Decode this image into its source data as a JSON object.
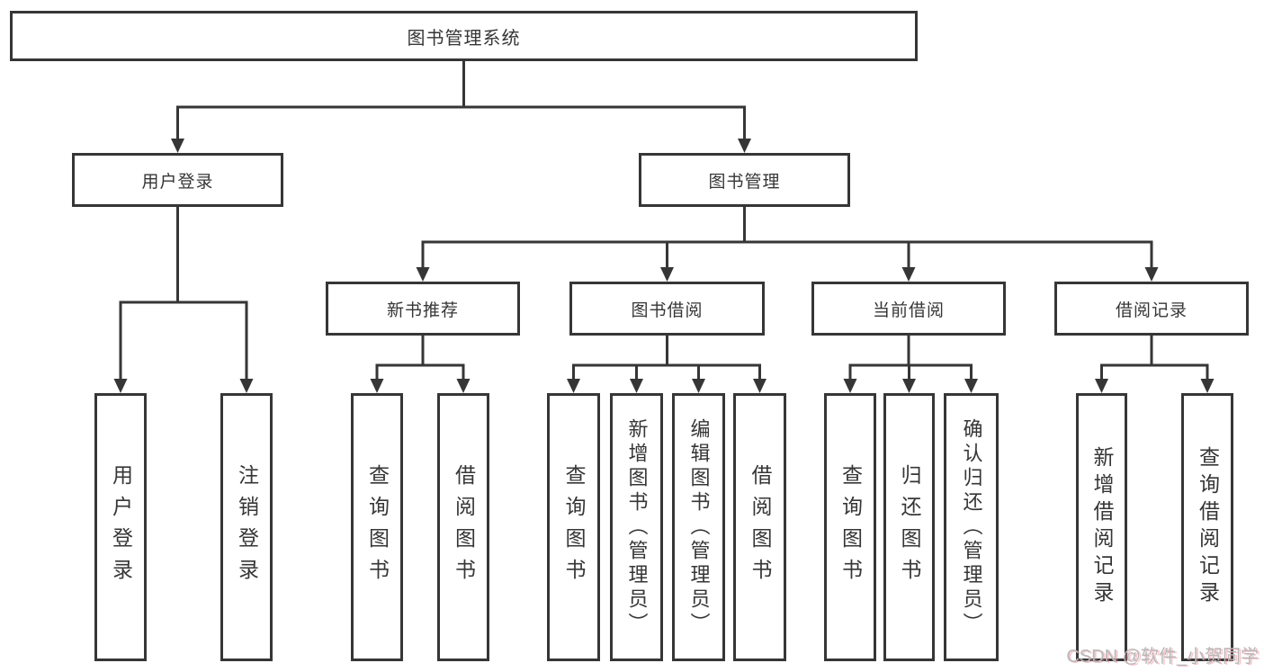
{
  "diagram": {
    "root": "图书管理系统",
    "branches": [
      {
        "label": "用户登录",
        "children": [
          "用户登录",
          "注销登录"
        ]
      },
      {
        "label": "图书管理",
        "sections": [
          {
            "label": "新书推荐",
            "children": [
              "查询图书",
              "借阅图书"
            ]
          },
          {
            "label": "图书借阅",
            "children": [
              "查询图书",
              "新增图书（管理员）",
              "编辑图书（管理员）",
              "借阅图书"
            ]
          },
          {
            "label": "当前借阅",
            "children": [
              "查询图书",
              "归还图书",
              "确认归还（管理员）"
            ]
          },
          {
            "label": "借阅记录",
            "children": [
              "新增借阅记录",
              "查询借阅记录"
            ]
          }
        ]
      }
    ]
  },
  "watermark": "CSDN @软件_小贺同学",
  "colors": {
    "line": "#363636",
    "text": "#363636",
    "background": "#ffffff",
    "watermark": "#b8b8b8",
    "watermark_shadow": "#ea8090"
  }
}
